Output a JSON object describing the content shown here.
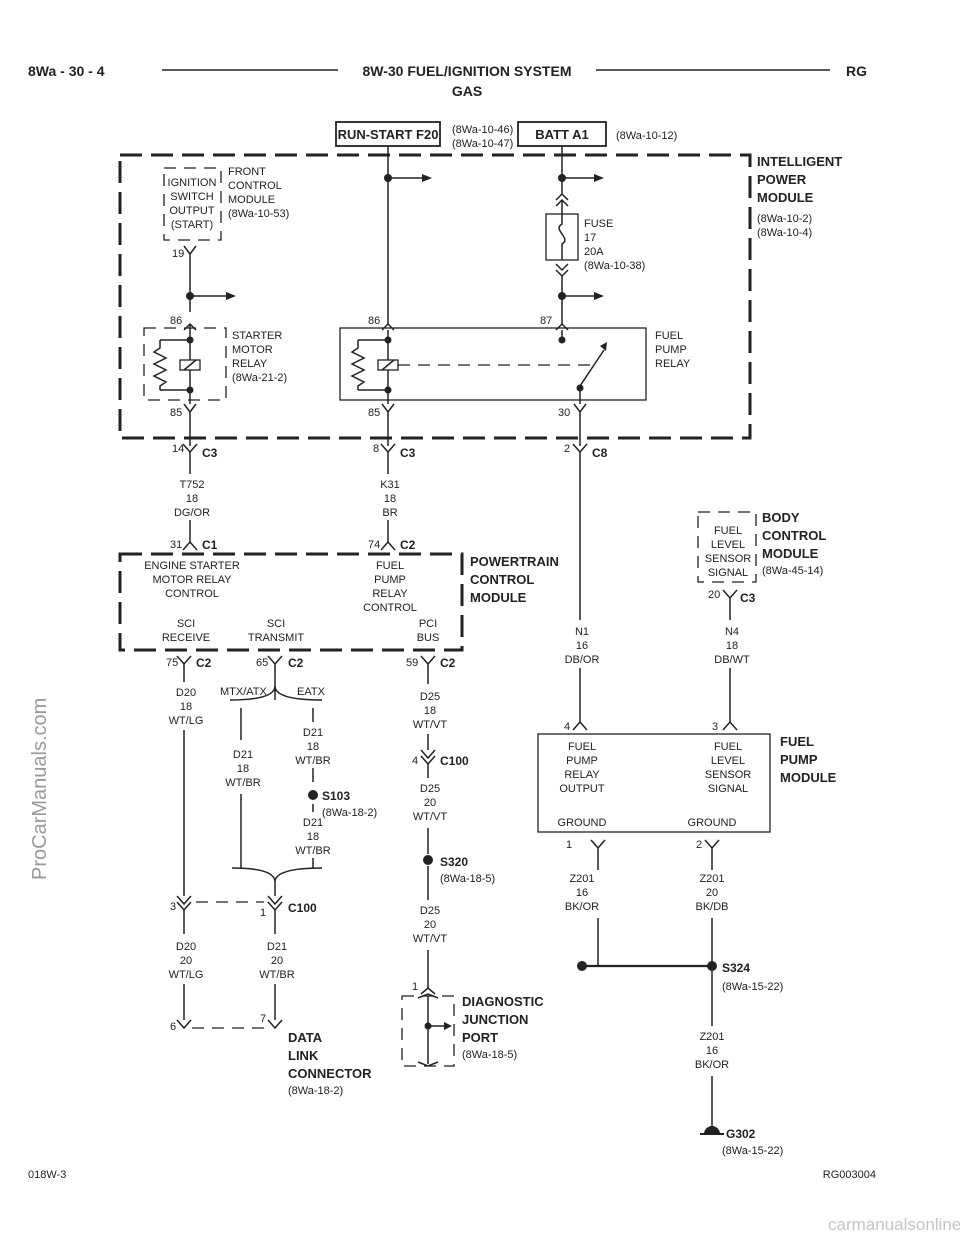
{
  "header": {
    "page_code": "8Wa - 30 - 4",
    "title_line1": "8W-30 FUEL/IGNITION SYSTEM",
    "title_line2": "GAS",
    "vehicle_code": "RG"
  },
  "footer": {
    "left": "018W-3",
    "right": "RG003004"
  },
  "watermarks": {
    "side": "ProCarManuals.com",
    "bottom": "carmanualsonline.info"
  },
  "top_feeds": {
    "run_start": "RUN-START F20",
    "run_start_ref1": "(8Wa-10-46)",
    "run_start_ref2": "(8Wa-10-47)",
    "batt": "BATT A1",
    "batt_ref": "(8Wa-10-12)"
  },
  "ipm": {
    "title": [
      "INTELLIGENT",
      "POWER",
      "MODULE"
    ],
    "refs": [
      "(8Wa-10-2)",
      "(8Wa-10-4)"
    ],
    "ign_switch": [
      "IGNITION",
      "SWITCH",
      "OUTPUT",
      "(START)"
    ],
    "front_control": [
      "FRONT",
      "CONTROL",
      "MODULE",
      "(8Wa-10-53)"
    ],
    "fuse": [
      "FUSE",
      "17",
      "20A",
      "(8Wa-10-38)"
    ],
    "starter_relay": [
      "STARTER",
      "MOTOR",
      "RELAY",
      "(8Wa-21-2)"
    ],
    "fuel_pump_relay": [
      "FUEL",
      "PUMP",
      "RELAY"
    ],
    "pins": {
      "p19": "19",
      "p86a": "86",
      "p85a": "85",
      "p86b": "86",
      "p85b": "85",
      "p87": "87",
      "p30": "30"
    }
  },
  "connectors": {
    "c3a_pin": "14",
    "c3a": "C3",
    "c3b_pin": "8",
    "c3b": "C3",
    "c8_pin": "2",
    "c8": "C8",
    "c1_pin": "31",
    "c1": "C1",
    "c2a_pin": "74",
    "c2a": "C2",
    "c2b_pin": "75",
    "c2b": "C2",
    "c2c_pin": "65",
    "c2c": "C2",
    "c2d_pin": "59",
    "c2d": "C2",
    "c3c_pin": "20",
    "c3c": "C3",
    "c100a_pin": "4",
    "c100a": "C100",
    "c100b_pin3": "3",
    "c100b_pin1": "1",
    "c100b": "C100",
    "fpm_pin4": "4",
    "fpm_pin3": "3",
    "fpm_pin1": "1",
    "fpm_pin2": "2",
    "dlc_pin6": "6",
    "dlc_pin7": "7",
    "djp_pin1": "1"
  },
  "wires": {
    "t752": [
      "T752",
      "18",
      "DG/OR"
    ],
    "k31": [
      "K31",
      "18",
      "BR"
    ],
    "n1": [
      "N1",
      "16",
      "DB/OR"
    ],
    "n4": [
      "N4",
      "18",
      "DB/WT"
    ],
    "d20a": [
      "D20",
      "18",
      "WT/LG"
    ],
    "d21a": [
      "D21",
      "18",
      "WT/BR"
    ],
    "d21b": [
      "D21",
      "18",
      "WT/BR"
    ],
    "d21c": [
      "D21",
      "18",
      "WT/BR"
    ],
    "d25a": [
      "D25",
      "18",
      "WT/VT"
    ],
    "d25b": [
      "D25",
      "20",
      "WT/VT"
    ],
    "d25c": [
      "D25",
      "20",
      "WT/VT"
    ],
    "d20b": [
      "D20",
      "20",
      "WT/LG"
    ],
    "d21d": [
      "D21",
      "20",
      "WT/BR"
    ],
    "z201a": [
      "Z201",
      "16",
      "BK/OR"
    ],
    "z201b": [
      "Z201",
      "20",
      "BK/DB"
    ],
    "z201c": [
      "Z201",
      "16",
      "BK/OR"
    ]
  },
  "pcm": {
    "title": [
      "POWERTRAIN",
      "CONTROL",
      "MODULE"
    ],
    "engine_starter": [
      "ENGINE STARTER",
      "MOTOR RELAY",
      "CONTROL"
    ],
    "fuel_pump_ctrl": [
      "FUEL",
      "PUMP",
      "RELAY",
      "CONTROL"
    ],
    "sci_receive": [
      "SCI",
      "RECEIVE"
    ],
    "sci_transmit": [
      "SCI",
      "TRANSMIT"
    ],
    "pci_bus": [
      "PCI",
      "BUS"
    ]
  },
  "bcm": {
    "title": [
      "BODY",
      "CONTROL",
      "MODULE"
    ],
    "ref": "(8Wa-45-14)",
    "signal": [
      "FUEL",
      "LEVEL",
      "SENSOR",
      "SIGNAL"
    ]
  },
  "variants": {
    "mtx": "MTX/ATX",
    "eatx": "EATX"
  },
  "splices": {
    "s103": "S103",
    "s103_ref": "(8Wa-18-2)",
    "s320": "S320",
    "s320_ref": "(8Wa-18-5)",
    "s324": "S324",
    "s324_ref": "(8Wa-15-22)",
    "g302": "G302",
    "g302_ref": "(8Wa-15-22)"
  },
  "fpm": {
    "title": [
      "FUEL",
      "PUMP",
      "MODULE"
    ],
    "relay_output": [
      "FUEL",
      "PUMP",
      "RELAY",
      "OUTPUT"
    ],
    "level_signal": [
      "FUEL",
      "LEVEL",
      "SENSOR",
      "SIGNAL"
    ],
    "ground1": "GROUND",
    "ground2": "GROUND"
  },
  "djp": {
    "title": [
      "DIAGNOSTIC",
      "JUNCTION",
      "PORT"
    ],
    "ref": "(8Wa-18-5)"
  },
  "dlc": {
    "title": [
      "DATA",
      "LINK",
      "CONNECTOR"
    ],
    "ref": "(8Wa-18-2)"
  }
}
